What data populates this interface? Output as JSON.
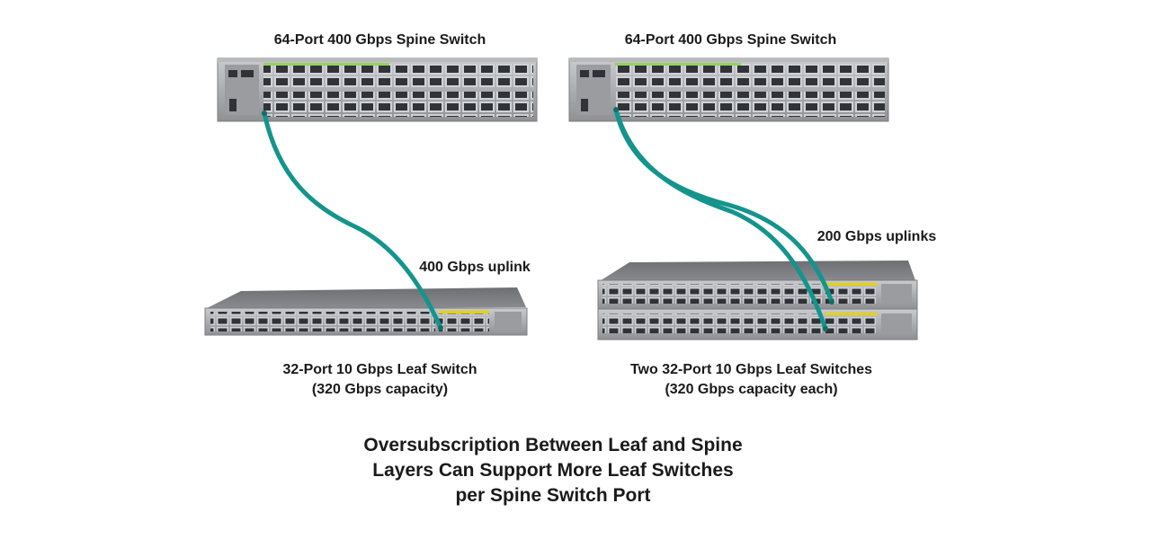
{
  "spine_left": {
    "title": "64-Port 400 Gbps Spine Switch"
  },
  "spine_right": {
    "title": "64-Port 400 Gbps Spine Switch"
  },
  "leaf_left": {
    "uplink_label": "400 Gbps uplink",
    "title_line1": "32-Port 10 Gbps Leaf Switch",
    "title_line2": "(320 Gbps capacity)"
  },
  "leaf_right": {
    "uplink_label": "200 Gbps uplinks",
    "title_line1": "Two 32-Port 10 Gbps Leaf Switches",
    "title_line2": "(320 Gbps capacity each)"
  },
  "caption": {
    "line1": "Oversubscription Between Leaf and Spine",
    "line2": "Layers Can Support More Leaf Switches",
    "line3": "per Spine Switch Port"
  },
  "colors": {
    "cable": "#14948c",
    "chassis": "#a7a9ac",
    "port": "#2f3236",
    "accent_green": "#8fd14f",
    "accent_yellow": "#e6d200"
  }
}
